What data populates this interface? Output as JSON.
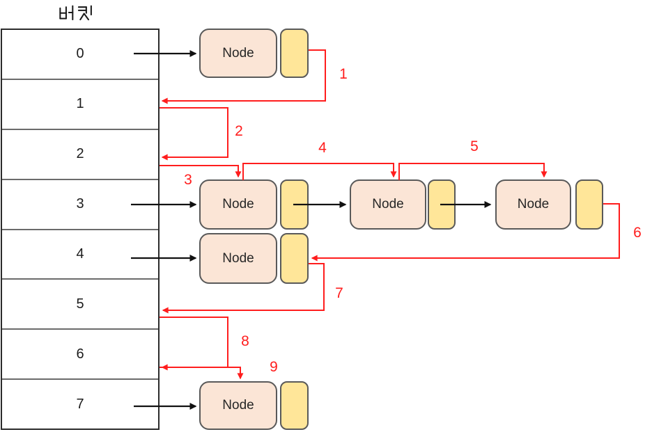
{
  "buckets": {
    "header": "버킷",
    "rows": [
      "0",
      "1",
      "2",
      "3",
      "4",
      "5",
      "6",
      "7"
    ]
  },
  "nodes": [
    {
      "bucket": "0",
      "label": "Node"
    },
    {
      "bucket": "3",
      "label": "Node"
    },
    {
      "bucket": "3",
      "label": "Node"
    },
    {
      "bucket": "3",
      "label": "Node"
    },
    {
      "bucket": "4",
      "label": "Node"
    },
    {
      "bucket": "7",
      "label": "Node"
    }
  ],
  "traversal": {
    "steps": [
      "1",
      "2",
      "3",
      "4",
      "5",
      "6",
      "7",
      "8",
      "9"
    ]
  },
  "colors": {
    "node_fill": "#fbe5d6",
    "pointer_fill": "#ffe699",
    "box_border": "#595959",
    "traversal_red": "#ff1d1d",
    "link_black": "#111111",
    "table_border": "#2b2b2b",
    "row_divider": "#6b6b6b"
  }
}
